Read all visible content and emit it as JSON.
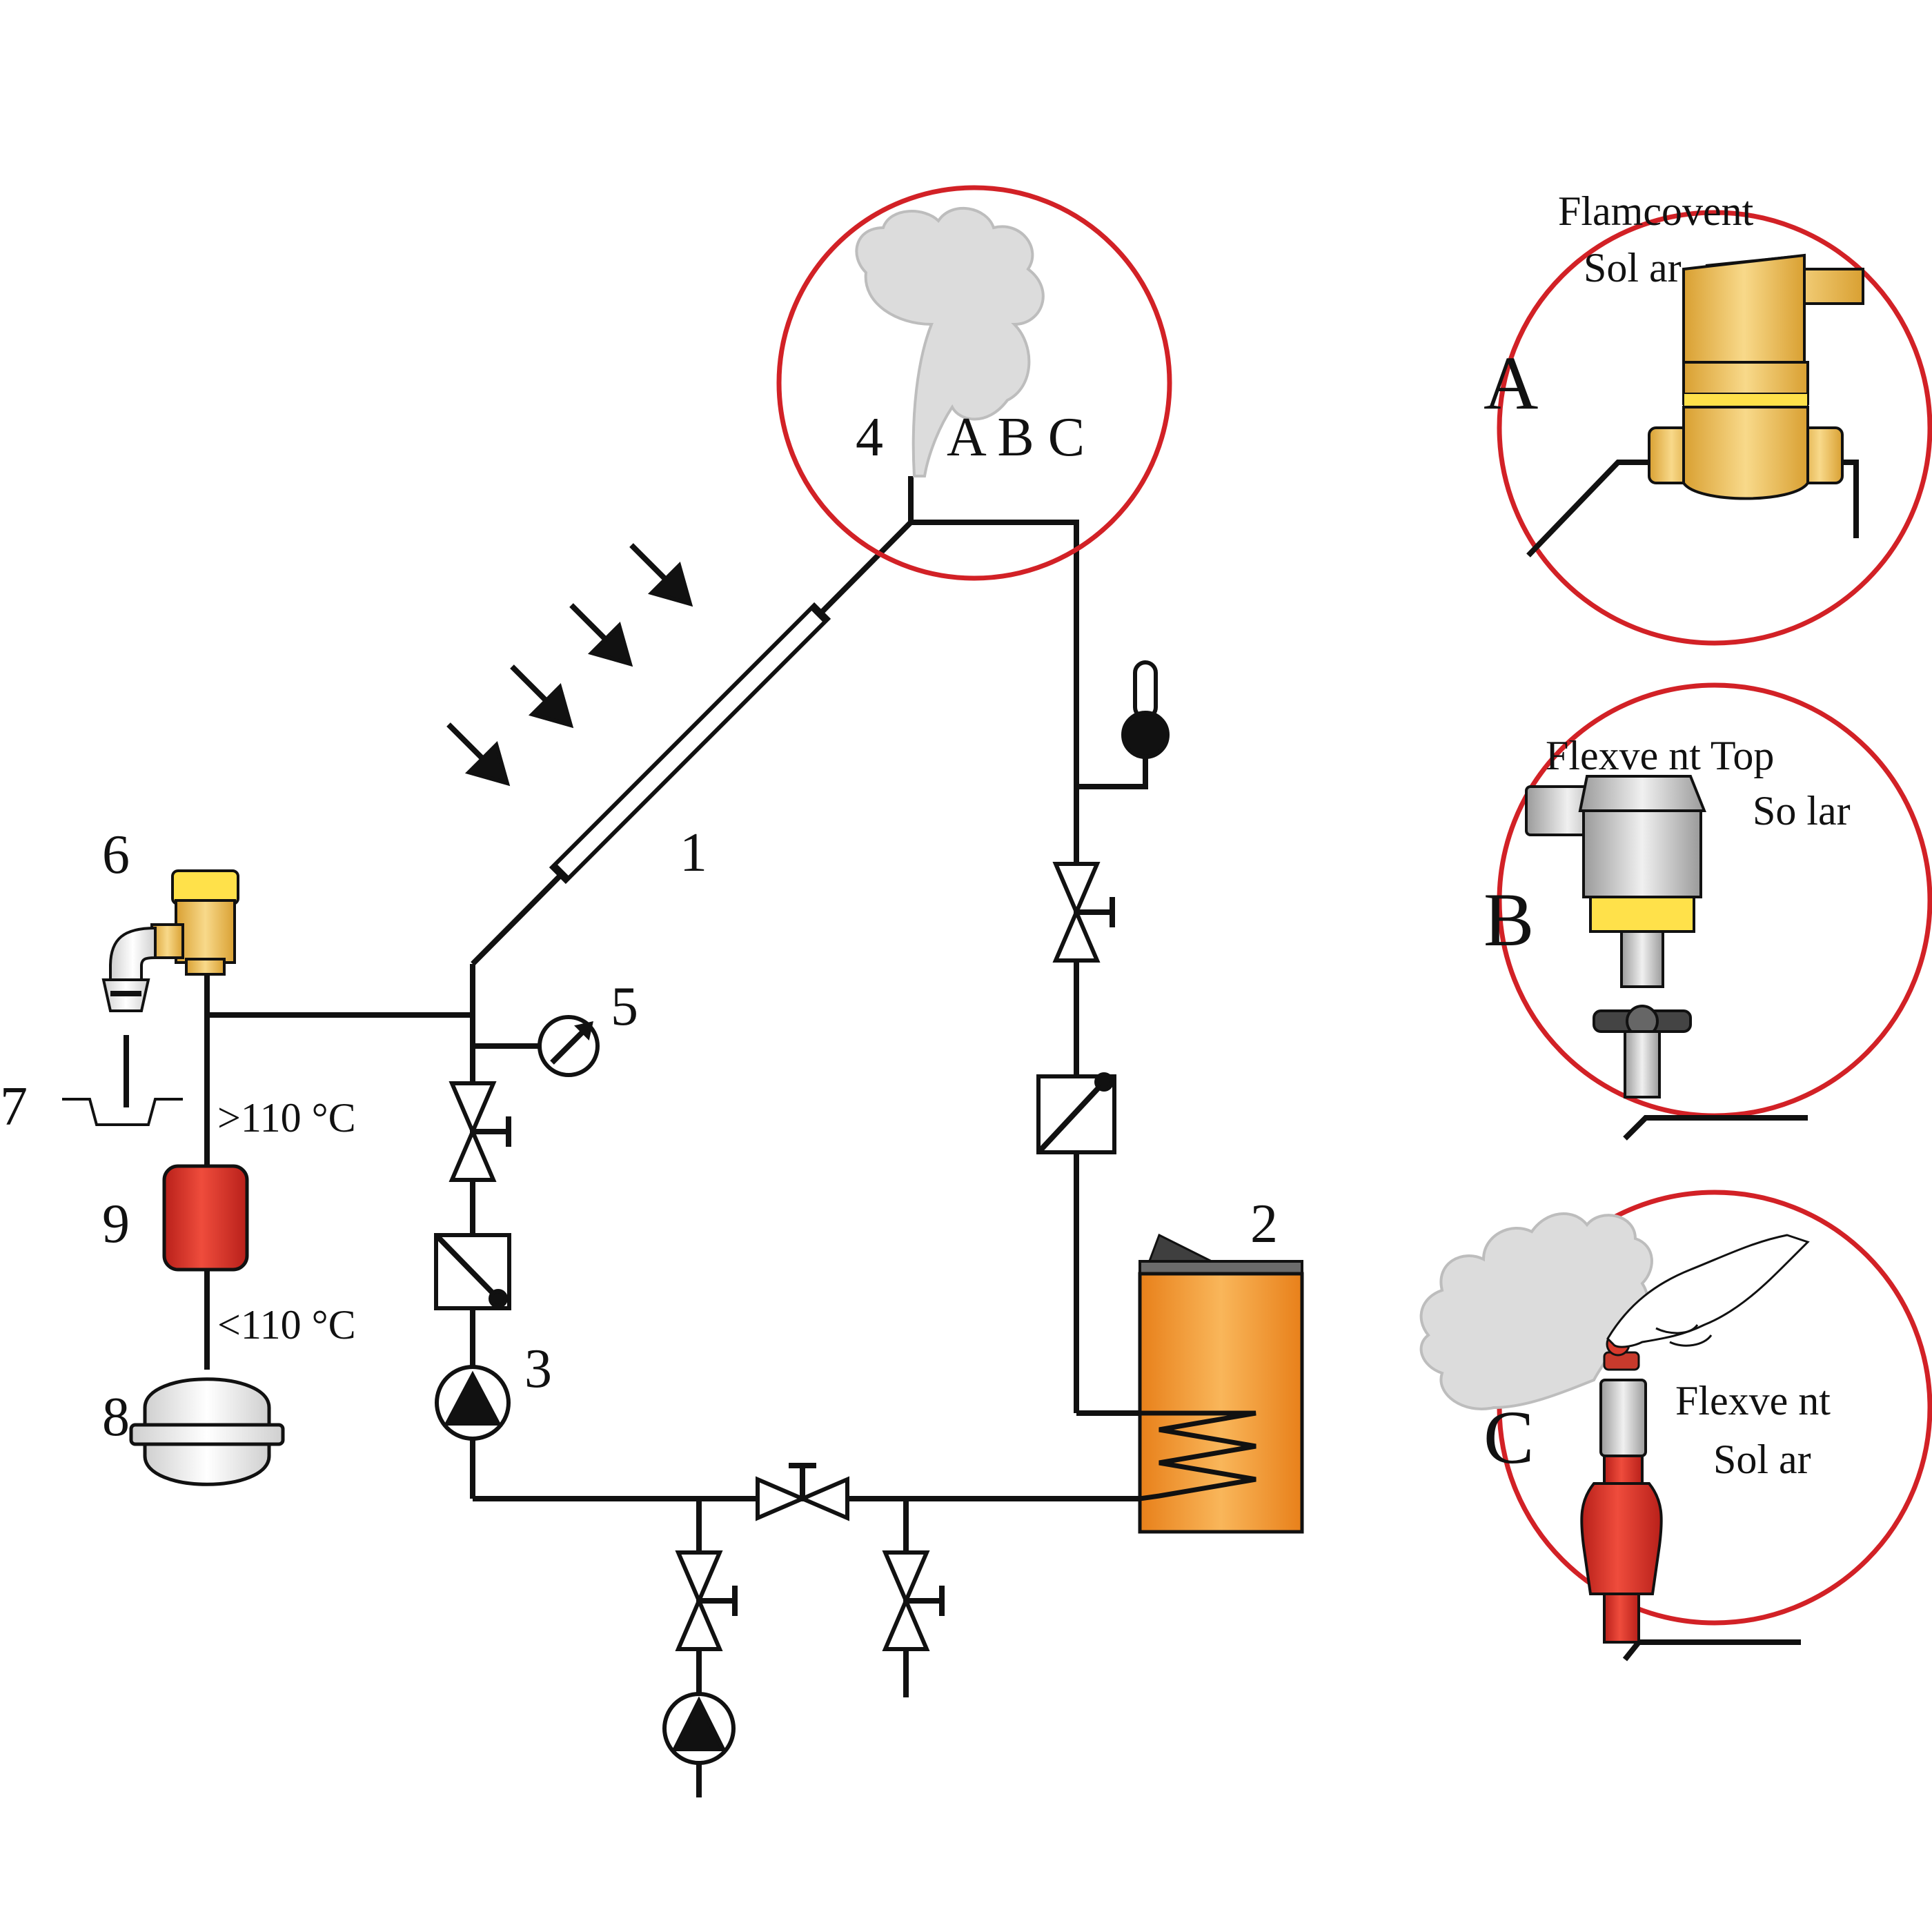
{
  "labels": {
    "collector": "1",
    "tank": "2",
    "pump": "3",
    "vent_point": "4",
    "gauge": "5",
    "safety_valve": "6",
    "drain": "7",
    "expansion_vessel": "8",
    "pre_vessel": "9",
    "vent_options": "A B C"
  },
  "temperatures": {
    "above": ">110 °C",
    "below": "<110 °C"
  },
  "insets": [
    {
      "letter": "A",
      "caption_line1": "Flamcovent",
      "caption_line2": "Sol ar"
    },
    {
      "letter": "B",
      "caption_line1": "Flexve nt  Top",
      "caption_line2": "So lar"
    },
    {
      "letter": "C",
      "caption_line1": "Flexve nt",
      "caption_line2": "Sol ar"
    }
  ],
  "colors": {
    "ring": "#d22126",
    "tank": "#f29a2e",
    "vessel": "#d83a2c",
    "brass": "#f2c14e",
    "cap_yellow": "#ffe14a"
  }
}
